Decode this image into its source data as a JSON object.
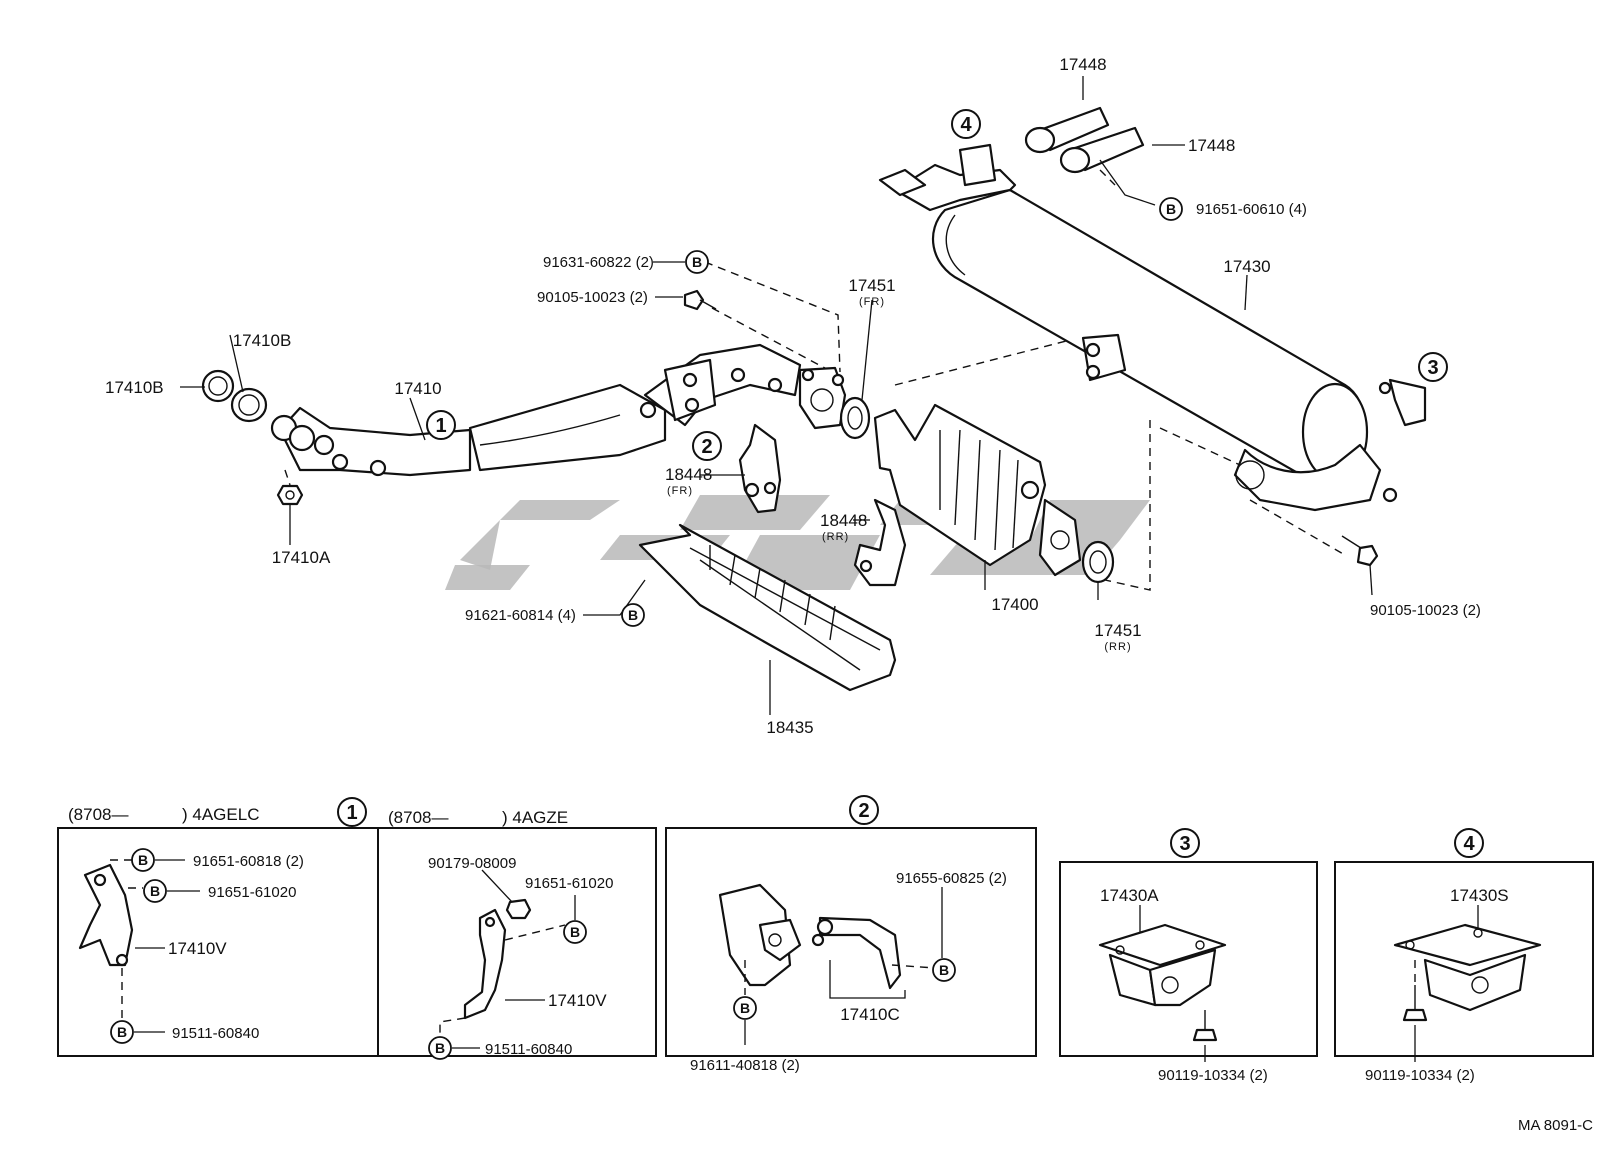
{
  "diagram_title": "",
  "ref_code": "MA 8091-C",
  "bolt_symbol": "B",
  "callouts": {
    "c1": "1",
    "c2": "2",
    "c3": "3",
    "c4": "4"
  },
  "main_labels": {
    "p17448_top": "17448",
    "p17448_right": "17448",
    "b_91651_60610": "91651-60610 (4)",
    "p17430": "17430",
    "b_91631_60822": "91631-60822 (2)",
    "b_90105_10023_top": "90105-10023 (2)",
    "p17451_fr": "17451",
    "p17451_fr_sub": "(FR)",
    "p17410B_top": "17410B",
    "p17410B_left": "17410B",
    "p17410": "17410",
    "p17410A": "17410A",
    "p18448_fr": "18448",
    "p18448_fr_sub": "(FR)",
    "p18448_rr": "18448",
    "p18448_rr_sub": "(RR)",
    "b_91621_60814": "91621-60814 (4)",
    "p18435": "18435",
    "p17400": "17400",
    "p17451_rr": "17451",
    "p17451_rr_sub": "(RR)",
    "b_90105_10023_right": "90105-10023 (2)"
  },
  "detail_panels": {
    "d1a_header_code": "(8708—",
    "d1a_header_engine": ") 4AGELC",
    "d1a_91651_60818": "91651-60818 (2)",
    "d1a_91651_61020": "91651-61020",
    "d1a_17410V": "17410V",
    "d1a_91511_60840": "91511-60840",
    "d1b_header_code": "(8708—",
    "d1b_header_engine": ") 4AGZE",
    "d1b_90179_08009": "90179-08009",
    "d1b_91651_61020": "91651-61020",
    "d1b_17410V": "17410V",
    "d1b_91511_60840": "91511-60840",
    "d2_91655_60825": "91655-60825 (2)",
    "d2_91611_40818": "91611-40818 (2)",
    "d2_17410C": "17410C",
    "d3_17430A": "17430A",
    "d3_90119_10334": "90119-10334 (2)",
    "d4_17430S": "17430S",
    "d4_90119_10334": "90119-10334 (2)"
  },
  "colors": {
    "line": "#111111",
    "watermark": "#b9b9b9",
    "background": "#ffffff"
  }
}
